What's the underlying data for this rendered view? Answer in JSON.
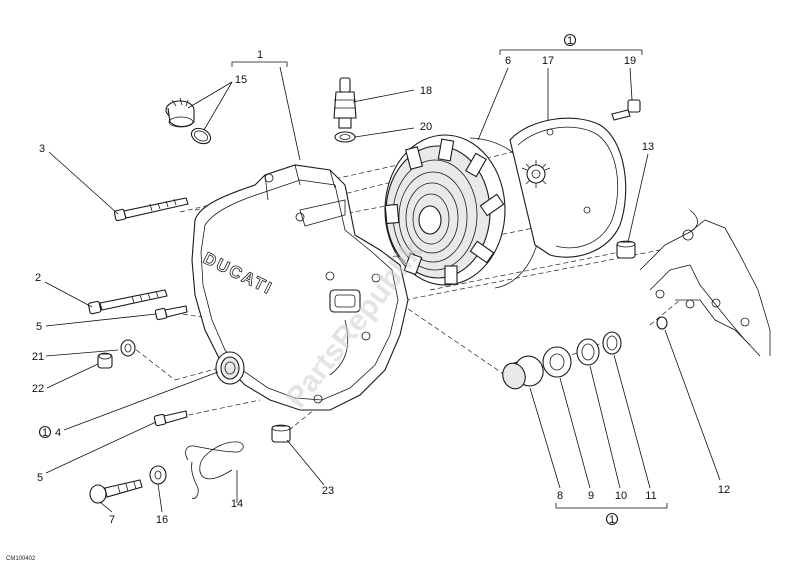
{
  "parts": [
    {
      "id": "1",
      "label": "1"
    },
    {
      "id": "15",
      "label": "15"
    },
    {
      "id": "3",
      "label": "3"
    },
    {
      "id": "2",
      "label": "2"
    },
    {
      "id": "5a",
      "label": "5"
    },
    {
      "id": "21",
      "label": "21"
    },
    {
      "id": "22",
      "label": "22"
    },
    {
      "id": "4",
      "label": "4"
    },
    {
      "id": "5b",
      "label": "5"
    },
    {
      "id": "7",
      "label": "7"
    },
    {
      "id": "16",
      "label": "16"
    },
    {
      "id": "14",
      "label": "14"
    },
    {
      "id": "23",
      "label": "23"
    },
    {
      "id": "18",
      "label": "18"
    },
    {
      "id": "20",
      "label": "20"
    },
    {
      "id": "6",
      "label": "6"
    },
    {
      "id": "17",
      "label": "17"
    },
    {
      "id": "19",
      "label": "19"
    },
    {
      "id": "13",
      "label": "13"
    },
    {
      "id": "12",
      "label": "12"
    },
    {
      "id": "8",
      "label": "8"
    },
    {
      "id": "9",
      "label": "9"
    },
    {
      "id": "10",
      "label": "10"
    },
    {
      "id": "11",
      "label": "11"
    }
  ],
  "kit_markers": [
    {
      "id": "top",
      "label": "1"
    },
    {
      "id": "bottom",
      "label": "1"
    },
    {
      "id": "four",
      "label": "1"
    }
  ],
  "cover_brand": "DUCATI",
  "watermark": "PartsRepublik",
  "drawing_code": "CM100402"
}
